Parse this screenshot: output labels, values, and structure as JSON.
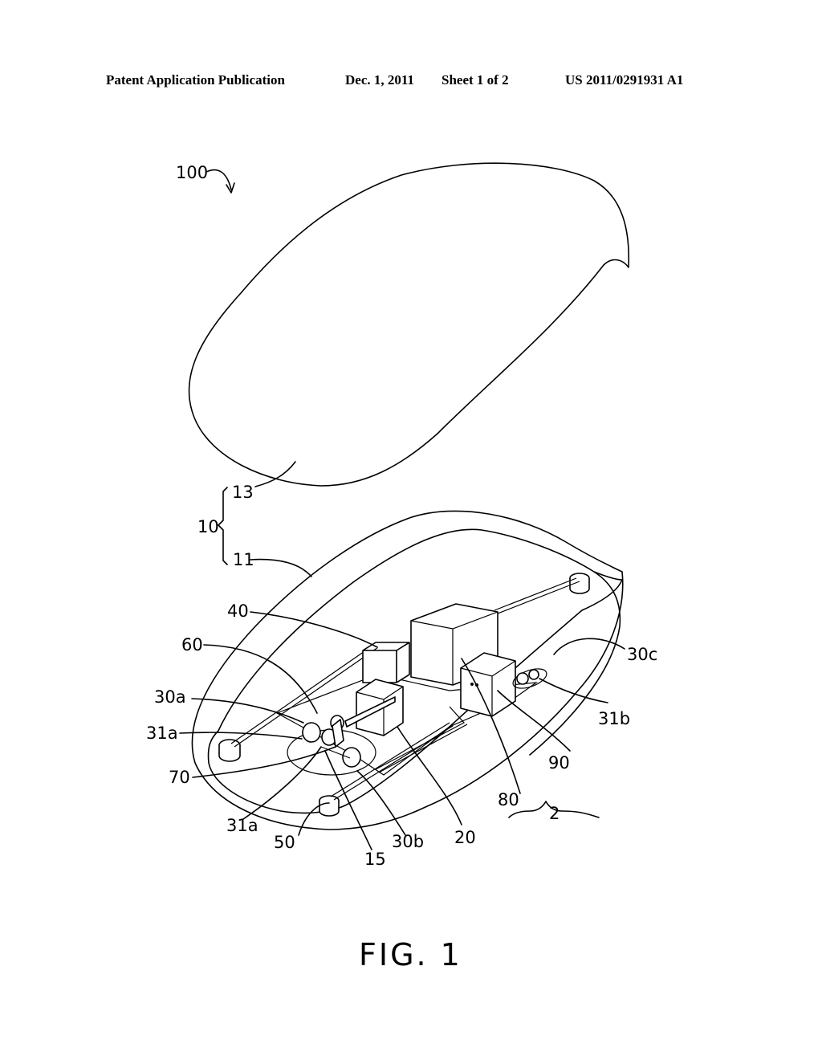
{
  "header": {
    "publication": "Patent Application Publication",
    "date": "Dec. 1, 2011",
    "sheet": "Sheet 1 of 2",
    "number": "US 2011/0291931 A1"
  },
  "figure": {
    "caption": "FIG. 1",
    "labels": {
      "l100": "100",
      "l13": "13",
      "l10": "10",
      "l11": "11",
      "l40": "40",
      "l60": "60",
      "l30a": "30a",
      "l31a_upper": "31a",
      "l70": "70",
      "l31a_lower": "31a",
      "l50": "50",
      "l15": "15",
      "l30b": "30b",
      "l20": "20",
      "l80": "80",
      "l2": "2",
      "l90": "90",
      "l31b": "31b",
      "l30c": "30c"
    }
  }
}
